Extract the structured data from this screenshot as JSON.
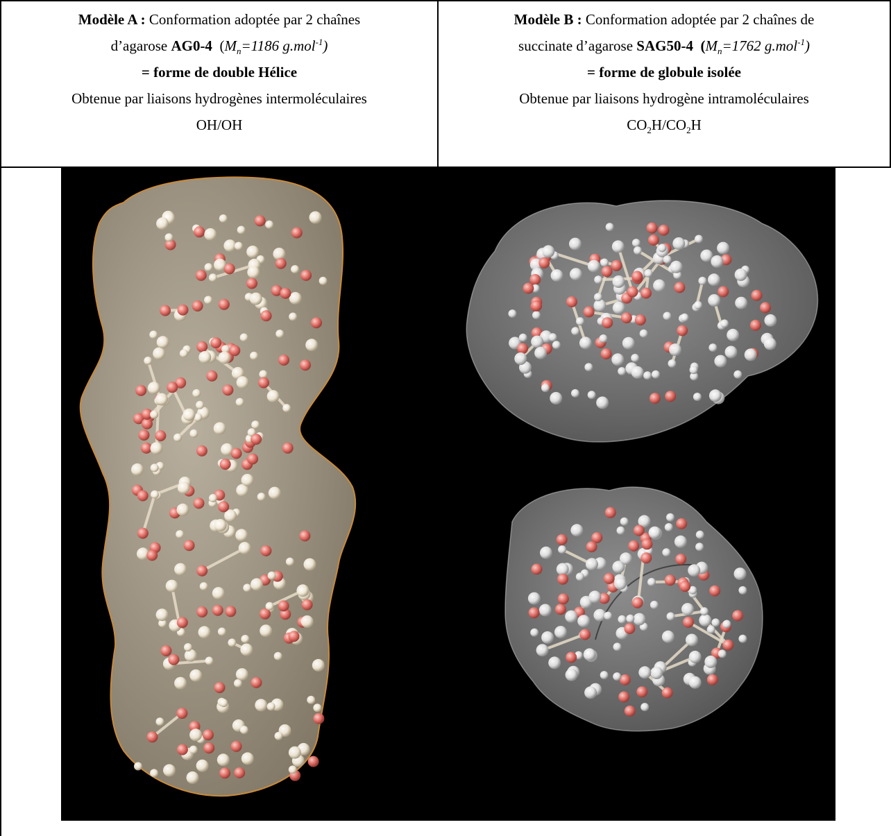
{
  "model_a": {
    "title": "Modèle A :",
    "desc1": " Conformation adoptée par 2 chaînes",
    "desc2a": "d’agarose ",
    "code": "AG0-4",
    "mass_open": "(",
    "mass_m": "M",
    "mass_sub": "n",
    "mass_val": "=1186 g.mol",
    "mass_sup": "-1",
    "mass_close": ")",
    "shape": "= forme de double Hélice",
    "bonds": "Obtenue par liaisons hydrogènes intermoléculaires",
    "groups": "OH/OH"
  },
  "model_b": {
    "title": "Modèle B :",
    "desc1": " Conformation adoptée par 2 chaînes de",
    "desc2a": "succinate d’agarose ",
    "code": "SAG50-4",
    "mass_open": "(",
    "mass_m": "M",
    "mass_sub": "n",
    "mass_val": "=1762 g.mol",
    "mass_sup": "-1",
    "mass_close": ")",
    "shape": "= forme de globule isolée",
    "bonds": "Obtenue par liaisons hydrogène intramoléculaires",
    "groups_p1": "CO",
    "groups_s1": "2",
    "groups_p2": "H/CO",
    "groups_s2": "2",
    "groups_p3": "H"
  },
  "colors": {
    "background": "#000000",
    "helix_surface": "#b8ad9a",
    "helix_outline": "#c98a3a",
    "globule_surface": "#8c8c8c",
    "oxygen": "#e8726a",
    "carbon_hydrogen": "#f3ead8"
  }
}
